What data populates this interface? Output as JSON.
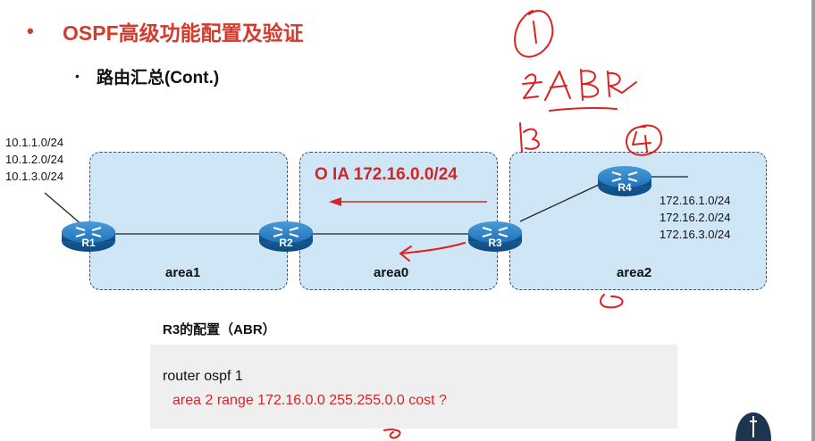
{
  "slide": {
    "title": "OSPF高级功能配置及验证",
    "subtitle": "路由汇总(Cont.)",
    "bullet": "•"
  },
  "areas": [
    {
      "name": "area1"
    },
    {
      "name": "area0"
    },
    {
      "name": "area2"
    }
  ],
  "routers": [
    {
      "name": "R1"
    },
    {
      "name": "R2"
    },
    {
      "name": "R3"
    },
    {
      "name": "R4"
    }
  ],
  "r1_networks": [
    "10.1.1.0/24",
    "10.1.2.0/24",
    "10.1.3.0/24"
  ],
  "r4_networks": [
    "172.16.1.0/24",
    "172.16.2.0/24",
    "172.16.3.0/24"
  ],
  "summary_route": "O IA 172.16.0.0/24",
  "config": {
    "title": "R3的配置（ABR）",
    "lines": [
      "router ospf 1",
      "area 2 range 172.16.0.0 255.255.0.0 cost ?"
    ]
  },
  "colors": {
    "title_red": "#d43b2f",
    "area_fill": "#cfe6f7",
    "router_blue": "#1f74b8",
    "summary_red": "#d0262a",
    "ink_red": "#e01f1f"
  }
}
